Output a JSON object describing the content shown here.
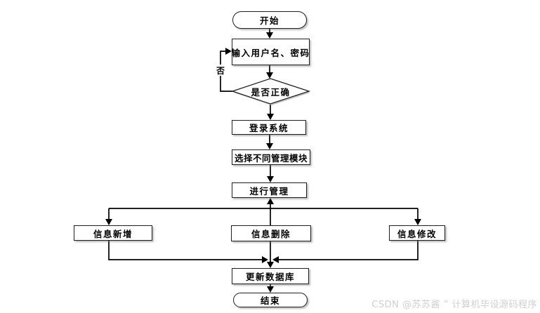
{
  "flowchart": {
    "title": "login-and-management-flow",
    "nodes": [
      {
        "id": "start",
        "type": "terminator",
        "label": "开始"
      },
      {
        "id": "input",
        "type": "process",
        "label": "输入用户名、密码"
      },
      {
        "id": "check",
        "type": "decision",
        "label": "是否正确"
      },
      {
        "id": "login",
        "type": "process",
        "label": "登录系统"
      },
      {
        "id": "select",
        "type": "process",
        "label": "选择不同管理模块"
      },
      {
        "id": "manage",
        "type": "process",
        "label": "进行管理"
      },
      {
        "id": "add",
        "type": "process",
        "label": "信息新增"
      },
      {
        "id": "delete",
        "type": "process",
        "label": "信息删除"
      },
      {
        "id": "modify",
        "type": "process",
        "label": "信息修改"
      },
      {
        "id": "update",
        "type": "process",
        "label": "更新数据库"
      },
      {
        "id": "end",
        "type": "terminator",
        "label": "结束"
      }
    ],
    "edge_labels": {
      "no": "否"
    },
    "colors": {
      "line": "#000000",
      "node_fill": "#ffffff",
      "node_border": "#1f1f1f",
      "shadow": "#bdbdbd"
    }
  },
  "watermark": {
    "text": "CSDN @苏苏酱 ” 计算机毕设源码程序",
    "color": "#cfcfcf"
  }
}
